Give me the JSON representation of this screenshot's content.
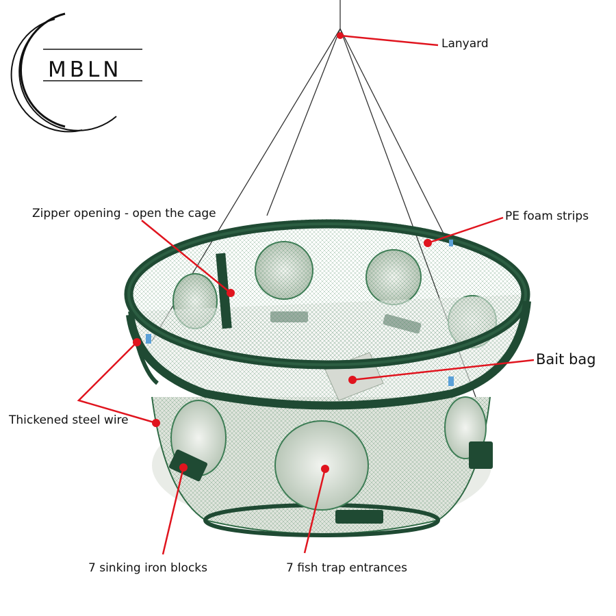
{
  "brand": {
    "logo_text": "MBLN"
  },
  "colors": {
    "annotation": "#e0141e",
    "ring": "#1f4a33",
    "mesh": "#2f7a4a",
    "bag": "#d8dcd6"
  },
  "labels": {
    "lanyard": "Lanyard",
    "zipper": "Zipper opening - open the cage",
    "pe_foam": "PE foam strips",
    "bait_bag": "Bait bag",
    "steel_wire": "Thickened steel wire",
    "iron_blocks": "7 sinking iron blocks",
    "entrances": "7 fish trap entrances"
  }
}
